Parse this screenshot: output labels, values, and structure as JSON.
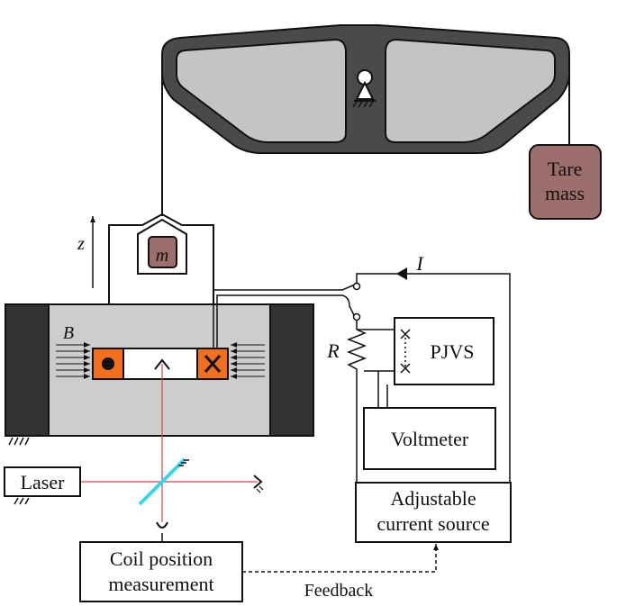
{
  "labels": {
    "tare_line1": "Tare",
    "tare_line2": "mass",
    "mass": "m",
    "z": "z",
    "B": "B",
    "I": "I",
    "R": "R",
    "pjvs": "PJVS",
    "voltmeter": "Voltmeter",
    "laser": "Laser",
    "current_line1": "Adjustable",
    "current_line2": "current source",
    "coil_line1": "Coil position",
    "coil_line2": "measurement",
    "feedback": "Feedback"
  },
  "colors": {
    "beam_dark": "#4a4a4a",
    "beam_light": "#c4c4c4",
    "mass_fill": "#9c6e6c",
    "magnet_dark": "#333333",
    "gap_fill": "#cdcdcd",
    "coil_orange": "#f07020",
    "laser_red": "#e0404a",
    "beamsplitter": "#33d6f0"
  }
}
